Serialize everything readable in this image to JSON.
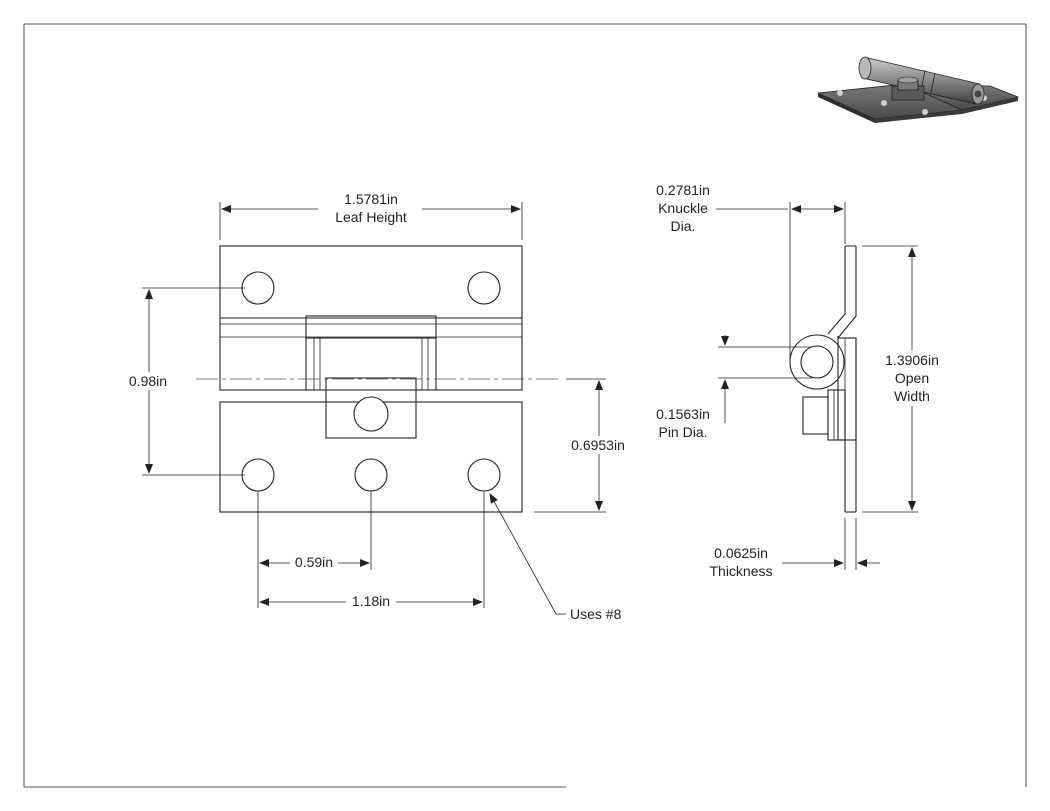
{
  "dimensions": {
    "leaf_height": {
      "value": "1.5781in",
      "label": "Leaf Height"
    },
    "hole_span_vertical": {
      "value": "0.98in"
    },
    "leaf_width": {
      "value": "0.6953in"
    },
    "hole_spacing": {
      "value": "0.59in"
    },
    "hole_span": {
      "value": "1.18in"
    },
    "fastener": {
      "label": "Uses #8"
    },
    "knuckle_dia": {
      "value": "0.2781in",
      "label1": "Knuckle",
      "label2": "Dia."
    },
    "pin_dia": {
      "value": "0.1563in",
      "label": "Pin Dia."
    },
    "open_width": {
      "value": "1.3906in",
      "label1": "Open",
      "label2": "Width"
    },
    "thickness": {
      "value": "0.0625in",
      "label": "Thickness"
    }
  },
  "colors": {
    "line": "#222222",
    "hinge_metal": "#8a8a8a",
    "hinge_dark": "#3a3a3a"
  },
  "icons": {
    "preview": "hinge-3d-preview-icon"
  }
}
